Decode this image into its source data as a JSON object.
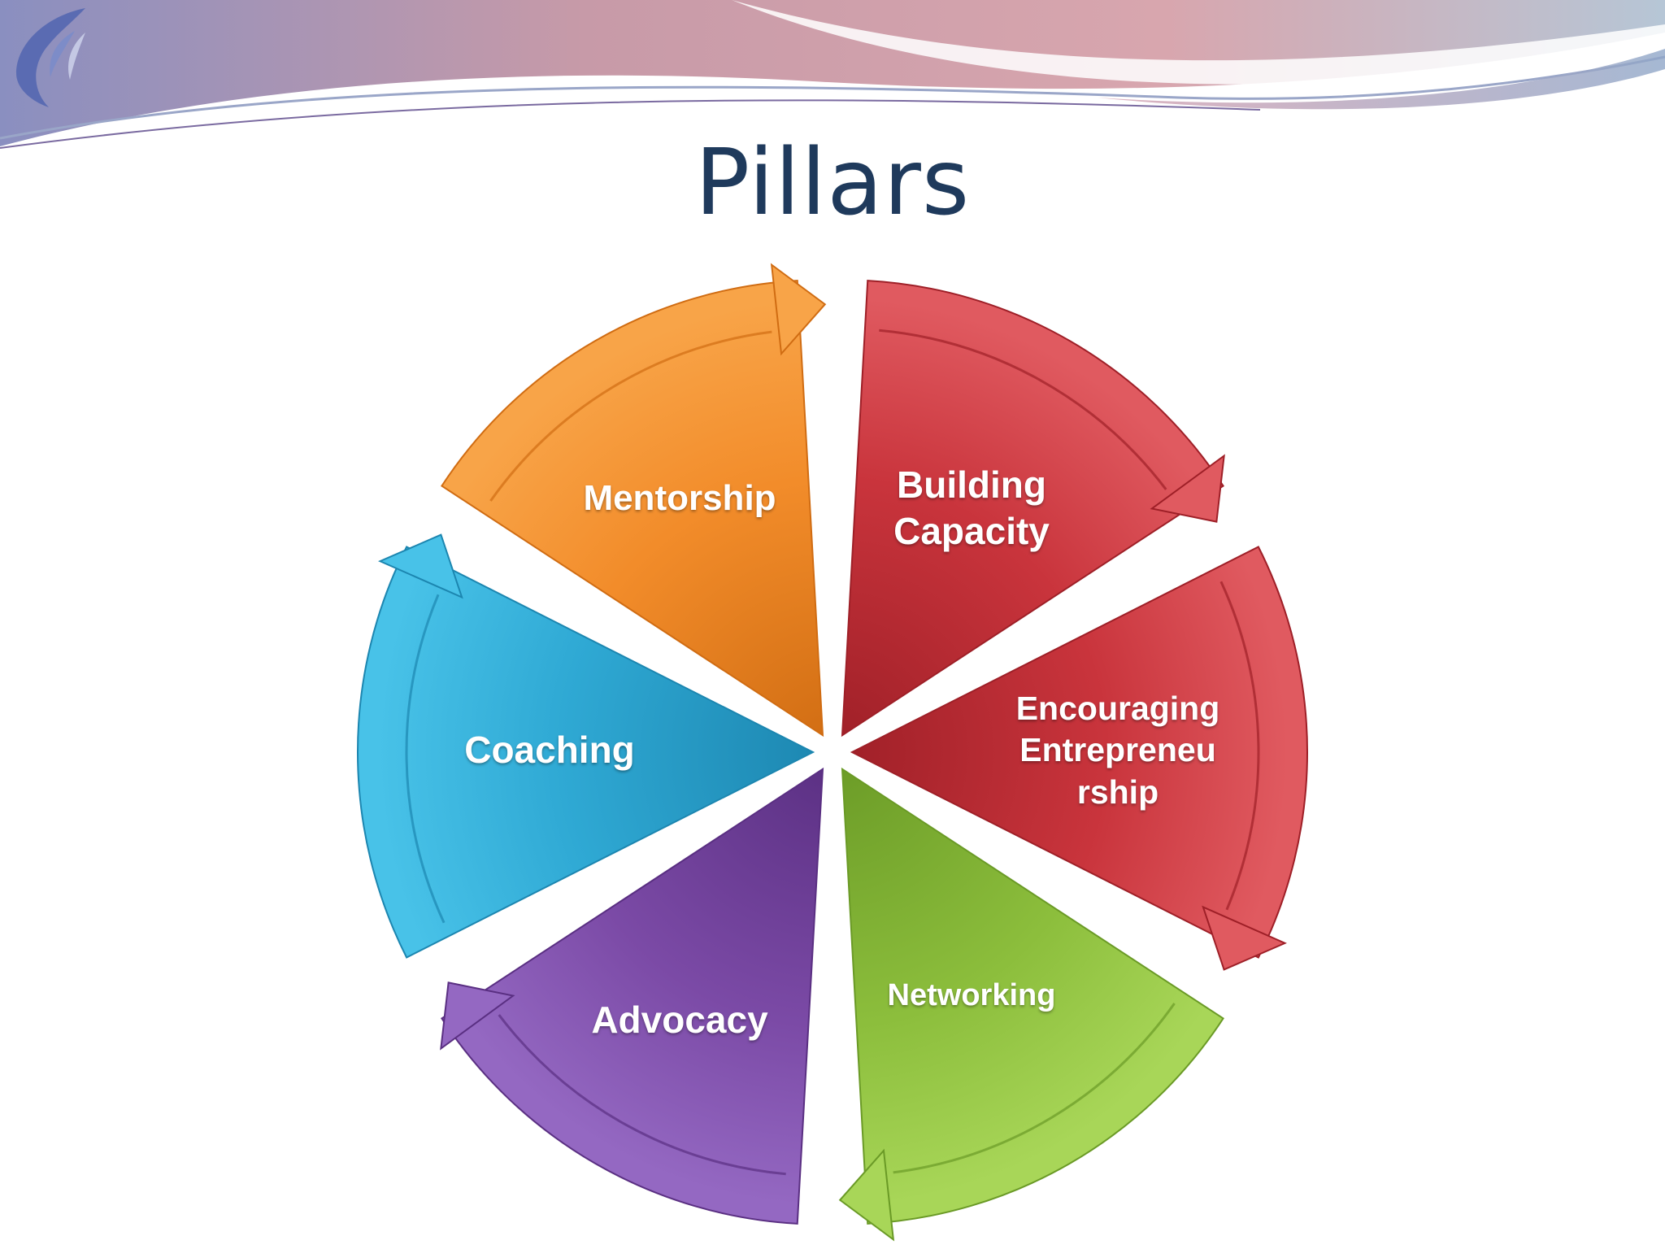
{
  "slide": {
    "title": "Pillars"
  },
  "diagram": {
    "segments": [
      {
        "id": "mentorship",
        "label": "Mentorship",
        "color": "#c9343c",
        "light": "#e05a60",
        "dark": "#9e1f27"
      },
      {
        "id": "building-capacity",
        "label": "Building\nCapacity",
        "color": "#c9343c",
        "light": "#e05a60",
        "dark": "#9e1f27"
      },
      {
        "id": "encouraging-entrepreneurship",
        "label": "Encouraging\nEntrepreneu\nrship",
        "color": "#8cbe3c",
        "light": "#a8d658",
        "dark": "#6a9a26"
      },
      {
        "id": "networking",
        "label": "Networking",
        "color": "#7b4aa6",
        "light": "#9468c2",
        "dark": "#5a2f82"
      },
      {
        "id": "advocacy",
        "label": "Advocacy",
        "color": "#2fa9d4",
        "light": "#48c2e8",
        "dark": "#1c86b0"
      },
      {
        "id": "coaching",
        "label": "Coaching",
        "color": "#f28c2a",
        "light": "#f8a448",
        "dark": "#d06c12"
      }
    ]
  }
}
